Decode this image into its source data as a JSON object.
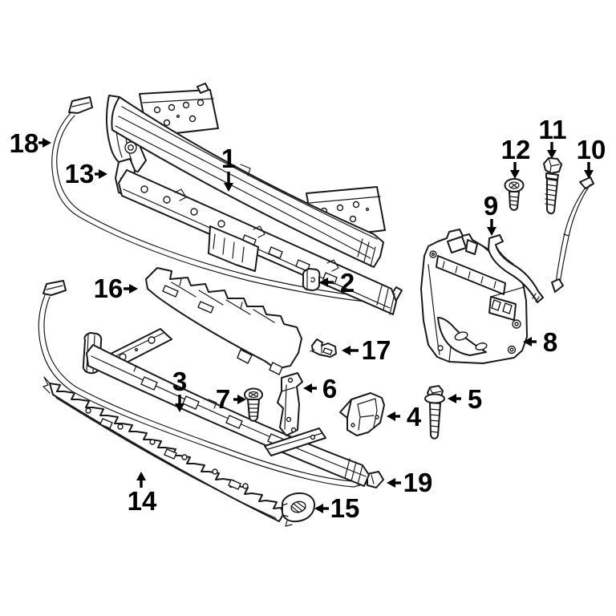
{
  "diagram": {
    "kind": "exploded-parts-diagram",
    "background_color": "#ffffff",
    "line_color": "#1a1a1a",
    "label_color": "#000000",
    "callouts": [
      {
        "number": "1",
        "arrow_direction": "down"
      },
      {
        "number": "2",
        "arrow_direction": "left"
      },
      {
        "number": "3",
        "arrow_direction": "down"
      },
      {
        "number": "4",
        "arrow_direction": "left"
      },
      {
        "number": "5",
        "arrow_direction": "left"
      },
      {
        "number": "6",
        "arrow_direction": "left"
      },
      {
        "number": "7",
        "arrow_direction": "right"
      },
      {
        "number": "8",
        "arrow_direction": "left"
      },
      {
        "number": "9",
        "arrow_direction": "down"
      },
      {
        "number": "10",
        "arrow_direction": "down"
      },
      {
        "number": "11",
        "arrow_direction": "down"
      },
      {
        "number": "12",
        "arrow_direction": "down"
      },
      {
        "number": "13",
        "arrow_direction": "right"
      },
      {
        "number": "14",
        "arrow_direction": "up"
      },
      {
        "number": "15",
        "arrow_direction": "left"
      },
      {
        "number": "16",
        "arrow_direction": "right"
      },
      {
        "number": "17",
        "arrow_direction": "left"
      },
      {
        "number": "18",
        "arrow_direction": "right"
      },
      {
        "number": "19",
        "arrow_direction": "left"
      }
    ]
  }
}
